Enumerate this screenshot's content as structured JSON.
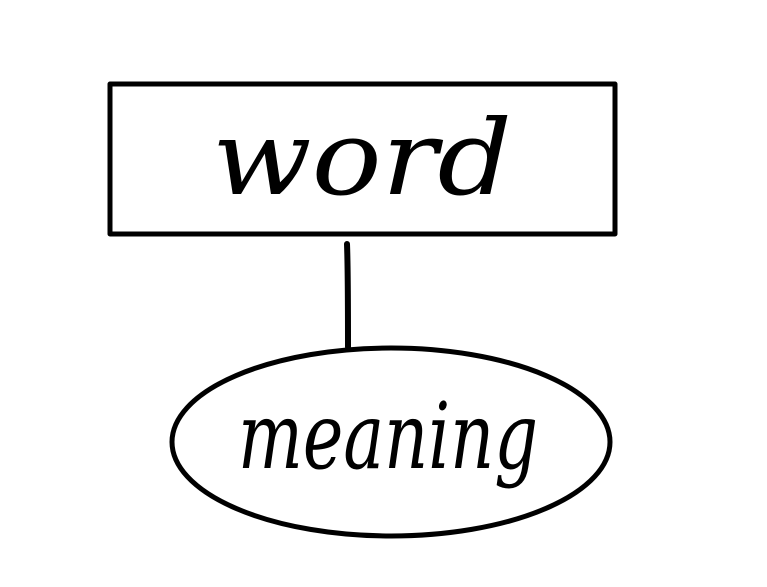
{
  "diagram": {
    "top_node": {
      "shape": "rectangle",
      "label": "word"
    },
    "bottom_node": {
      "shape": "ellipse",
      "label": "meaning"
    },
    "connector": {
      "from": "top_node",
      "to": "bottom_node",
      "style": "solid-line"
    },
    "stroke_color": "#000000",
    "background_color": "#ffffff"
  }
}
